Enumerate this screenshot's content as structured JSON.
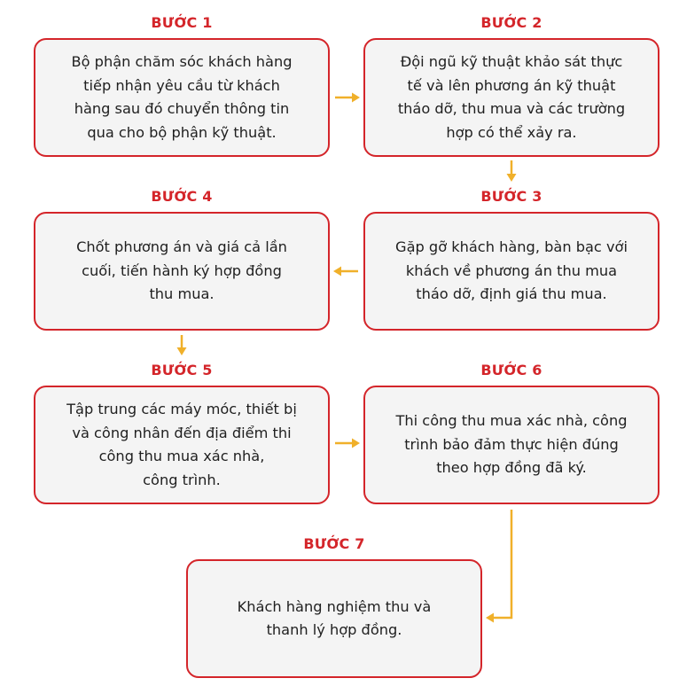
{
  "colors": {
    "accent": "#d4252a",
    "arrow": "#f0b02a",
    "box_fill": "#f4f4f4"
  },
  "steps": [
    {
      "title": "BƯỚC 1",
      "text": "Bộ phận chăm sóc khách hàng\ntiếp nhận yêu cầu từ khách\nhàng sau đó chuyển thông tin\nqua cho bộ phận kỹ thuật."
    },
    {
      "title": "BƯỚC 2",
      "text": "Đội ngũ kỹ thuật khảo sát thực\ntế và lên phương án kỹ thuật\ntháo dỡ, thu mua và các trường\nhợp có thể xảy ra."
    },
    {
      "title": "BƯỚC 3",
      "text": "Gặp gỡ khách hàng, bàn bạc với\nkhách về phương án thu mua\ntháo dỡ, định giá thu mua."
    },
    {
      "title": "BƯỚC 4",
      "text": "Chốt phương án và giá cả lần\ncuối, tiến hành ký hợp đồng\nthu mua."
    },
    {
      "title": "BƯỚC 5",
      "text": "Tập trung các máy móc, thiết bị\nvà công nhân đến địa điểm thi\ncông thu mua xác nhà,\ncông trình."
    },
    {
      "title": "BƯỚC 6",
      "text": "Thi công thu mua xác nhà, công\ntrình bảo đảm thực hiện đúng\ntheo hợp đồng đã ký."
    },
    {
      "title": "BƯỚC 7",
      "text": "Khách hàng nghiệm thu và\nthanh lý hợp đồng."
    }
  ],
  "flow": [
    {
      "from": "BƯỚC 1",
      "to": "BƯỚC 2",
      "direction": "right"
    },
    {
      "from": "BƯỚC 2",
      "to": "BƯỚC 3",
      "direction": "down"
    },
    {
      "from": "BƯỚC 3",
      "to": "BƯỚC 4",
      "direction": "left"
    },
    {
      "from": "BƯỚC 4",
      "to": "BƯỚC 5",
      "direction": "down"
    },
    {
      "from": "BƯỚC 5",
      "to": "BƯỚC 6",
      "direction": "right"
    },
    {
      "from": "BƯỚC 6",
      "to": "BƯỚC 7",
      "direction": "down-left"
    }
  ]
}
